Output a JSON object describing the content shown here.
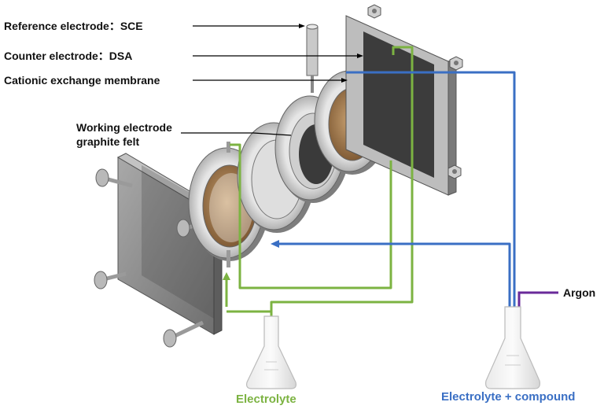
{
  "labels": {
    "reference_electrode": "Reference electrode：SCE",
    "counter_electrode": "Counter electrode：DSA",
    "membrane": "Cationic exchange membrane",
    "working_electrode_line1": "Working electrode",
    "working_electrode_line2": "graphite felt",
    "argon": "Argon",
    "electrolyte": "Electrolyte",
    "electrolyte_compound": "Electrolyte + compound"
  },
  "colors": {
    "green_loop": "#7cb342",
    "blue_loop": "#3a6fc4",
    "argon_line": "#6a2a9a",
    "metal": "#c8c8c8",
    "metal_dark": "#8a8a8a",
    "felt": "#a07a4a",
    "membrane": "#2c2c2c"
  }
}
